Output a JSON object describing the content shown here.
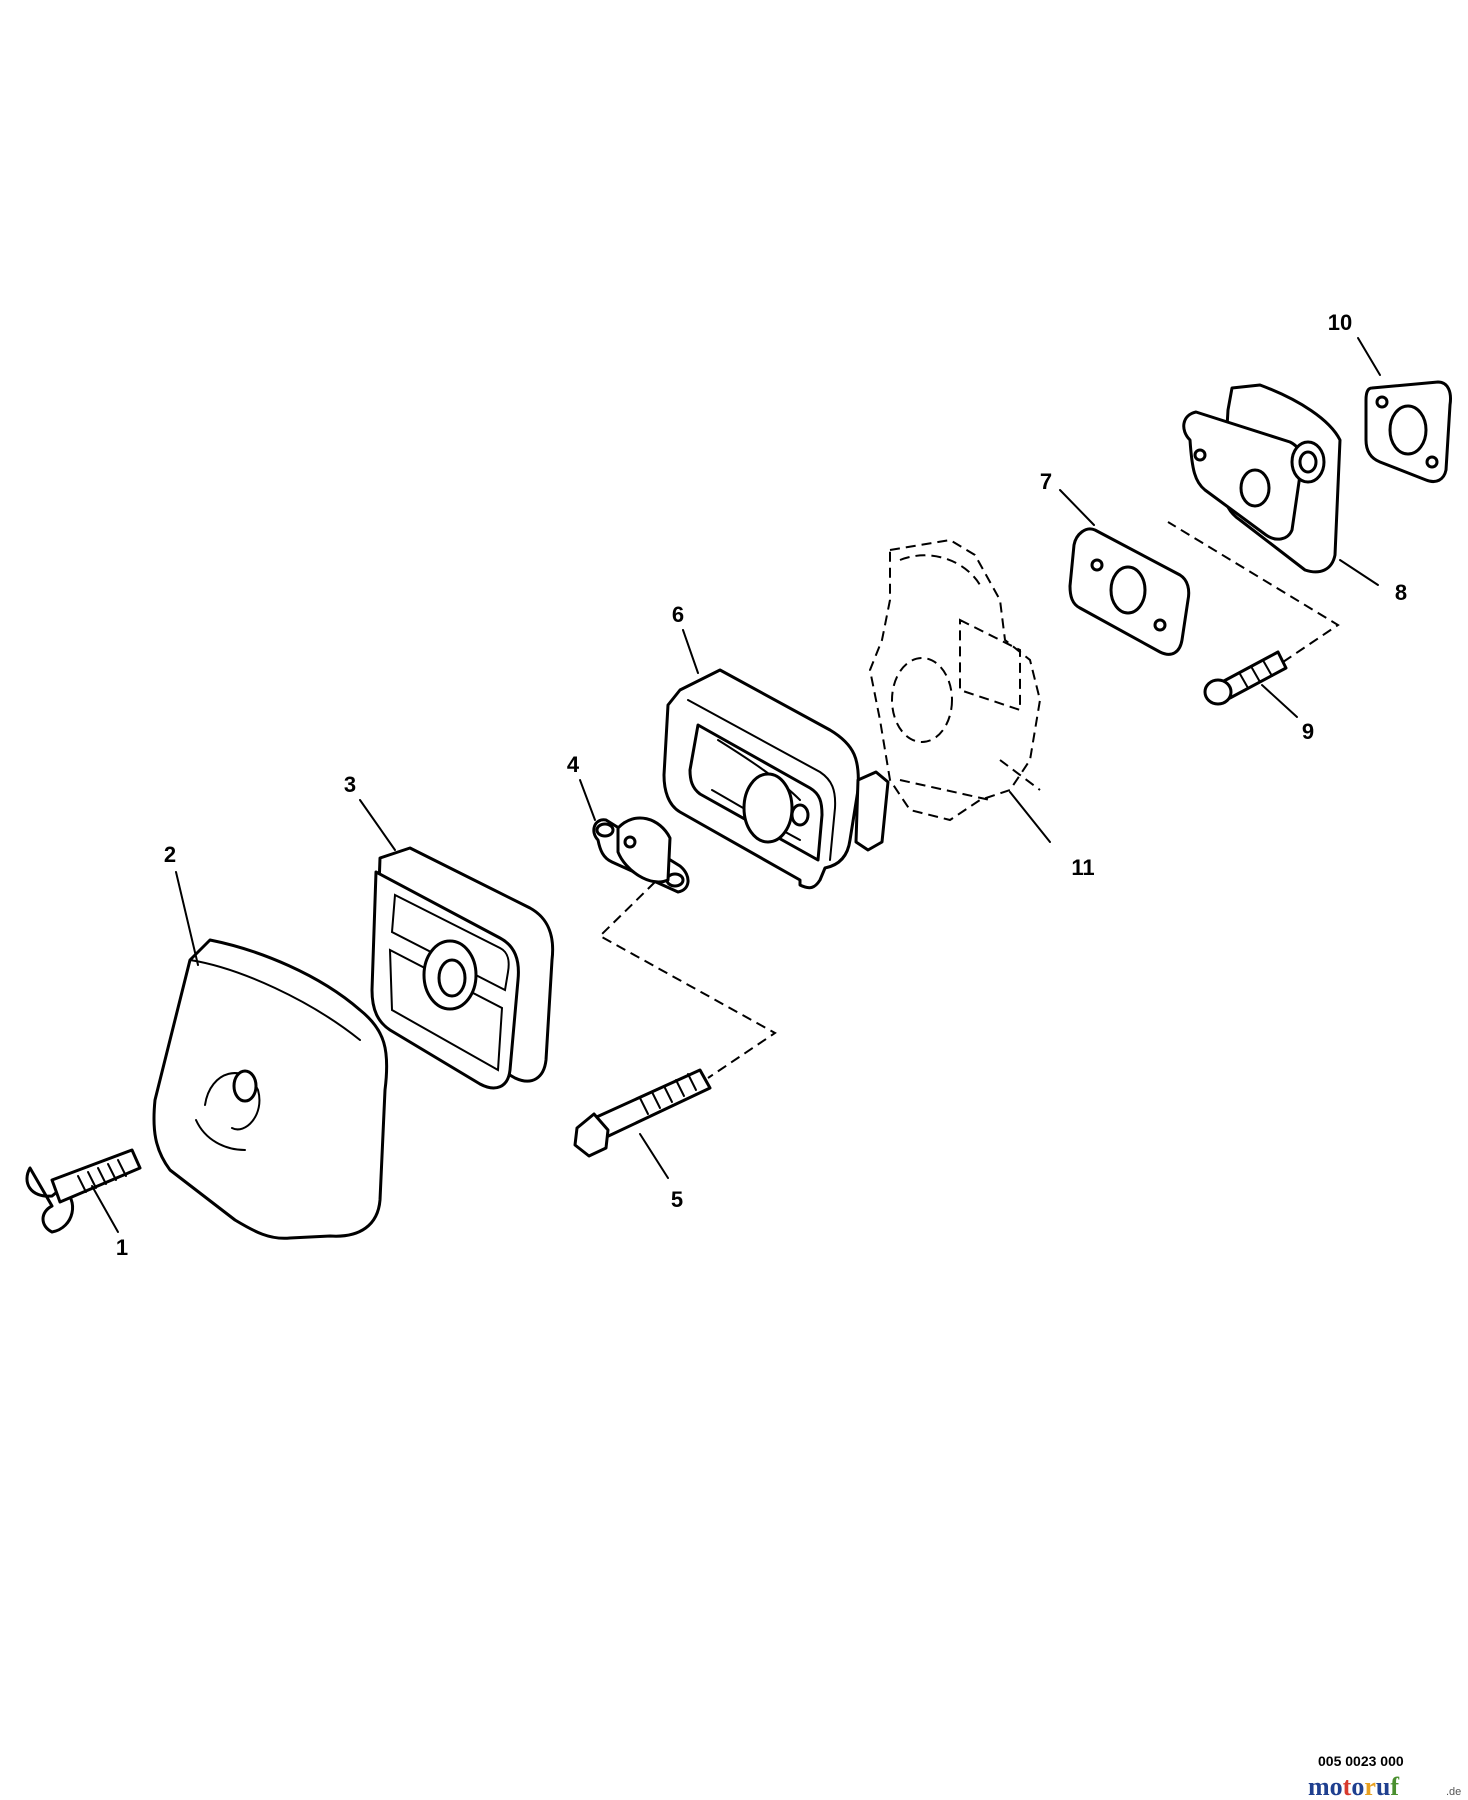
{
  "callouts": [
    "1",
    "2",
    "3",
    "4",
    "5",
    "6",
    "7",
    "8",
    "9",
    "10",
    "11"
  ],
  "reference_number": "005 0023 000",
  "watermark": {
    "parts": [
      "m",
      "o",
      "t",
      "o",
      "r",
      "u",
      "f"
    ],
    "colors": [
      "#1f3f8f",
      "#1f3f8f",
      "#d83a2e",
      "#1f3f8f",
      "#e8a020",
      "#1f3f8f",
      "#4a8f2f"
    ],
    "suffix": ".de"
  }
}
